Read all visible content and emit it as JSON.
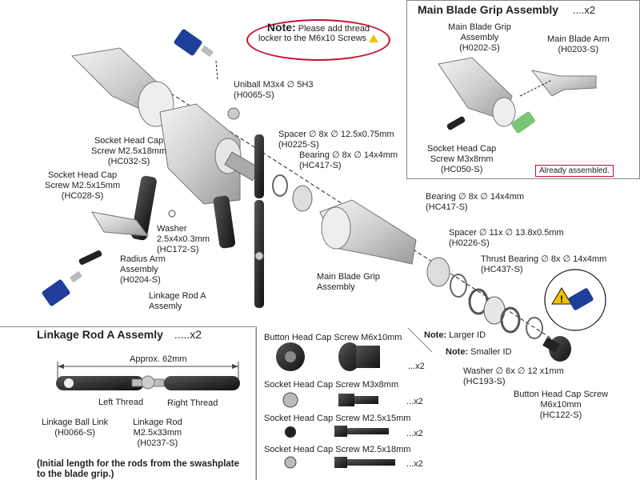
{
  "note": {
    "title": "Note:",
    "line1": "Please add thread",
    "line2": "locker to the M6x10 Screws"
  },
  "main_blade_grip_assembly": {
    "title": "Main Blade Grip Assembly",
    "qty": "....x2",
    "grip_label": [
      "Main Blade Grip",
      "Assembly",
      "(H0202-S)"
    ],
    "arm_label": [
      "Main Blade Arm",
      "(H0203-S)"
    ],
    "screw_label": [
      "Socket Head Cap",
      "Screw M3x8mm",
      "(HC050-S)"
    ],
    "status": "Already assembled."
  },
  "parts": {
    "uniball": [
      "Uniball M3x4 ∅ 5H3",
      "(H0065-S)"
    ],
    "spacer1": [
      "Spacer ∅ 8x ∅ 12.5x0.75mm",
      "(H0225-S)"
    ],
    "bearing1": [
      "Bearing ∅ 8x ∅ 14x4mm",
      "(HC417-S)"
    ],
    "shcs_m25x18": [
      "Socket Head Cap",
      "Screw M2.5x18mm",
      "(HC032-S)"
    ],
    "shcs_m25x15": [
      "Socket Head Cap",
      "Screw M2.5x15mm",
      "(HC028-S)"
    ],
    "washer1": [
      "Washer",
      "2.5x4x0.3mm",
      "(HC172-S)"
    ],
    "radius_arm": [
      "Radius Arm",
      "Assembly",
      "(H0204-S)"
    ],
    "linkage_rod_a": [
      "Linkage Rod A",
      "Assemly"
    ],
    "main_blade_grip": [
      "Main Blade Grip",
      "Assembly"
    ],
    "bearing2": [
      "Bearing ∅ 8x ∅ 14x4mm",
      "(HC417-S)"
    ],
    "spacer2": [
      "Spacer ∅ 11x ∅ 13.8x0.5mm",
      "(H0226-S)"
    ],
    "thrust_bearing": [
      "Thrust Bearing ∅ 8x ∅ 14x4mm",
      "(HC437-S)"
    ],
    "larger_id_note": "Note:",
    "larger_id": "Larger ID",
    "smaller_id_note": "Note:",
    "smaller_id": "Smaller ID",
    "washer2": [
      "Washer ∅ 6x ∅ 12 x1mm",
      "(HC193-S)"
    ],
    "bhcs": [
      "Button Head Cap Screw",
      "M6x10mm",
      "(HC122-S)"
    ]
  },
  "linkage_rod": {
    "title": "Linkage Rod A Assemly",
    "qty": ".....x2",
    "length": "Approx. 62mm",
    "left_thread": "Left Thread",
    "right_thread": "Right Thread",
    "ball_link": [
      "Linkage Ball Link",
      "(H0066-S)"
    ],
    "rod": [
      "Linkage Rod",
      "M2.5x33mm",
      "(H0237-S)"
    ],
    "bottom_note": [
      "(Initial length for the rods from the swashplate",
      " to the blade grip.)"
    ]
  },
  "hardware": [
    {
      "name": "Button Head Cap Screw M6x10mm",
      "qty": "...x2"
    },
    {
      "name": "Socket Head Cap Screw M3x8mm",
      "qty": "...x2"
    },
    {
      "name": "Socket Head Cap Screw M2.5x15mm",
      "qty": "...x2"
    },
    {
      "name": "Socket Head Cap Screw M2.5x18mm",
      "qty": "...x2"
    }
  ],
  "colors": {
    "accent_red": "#c8102e",
    "warning_yellow": "#f2c200",
    "part_grey": "#d9d9d9",
    "bottle_blue": "#1f3f9a"
  }
}
